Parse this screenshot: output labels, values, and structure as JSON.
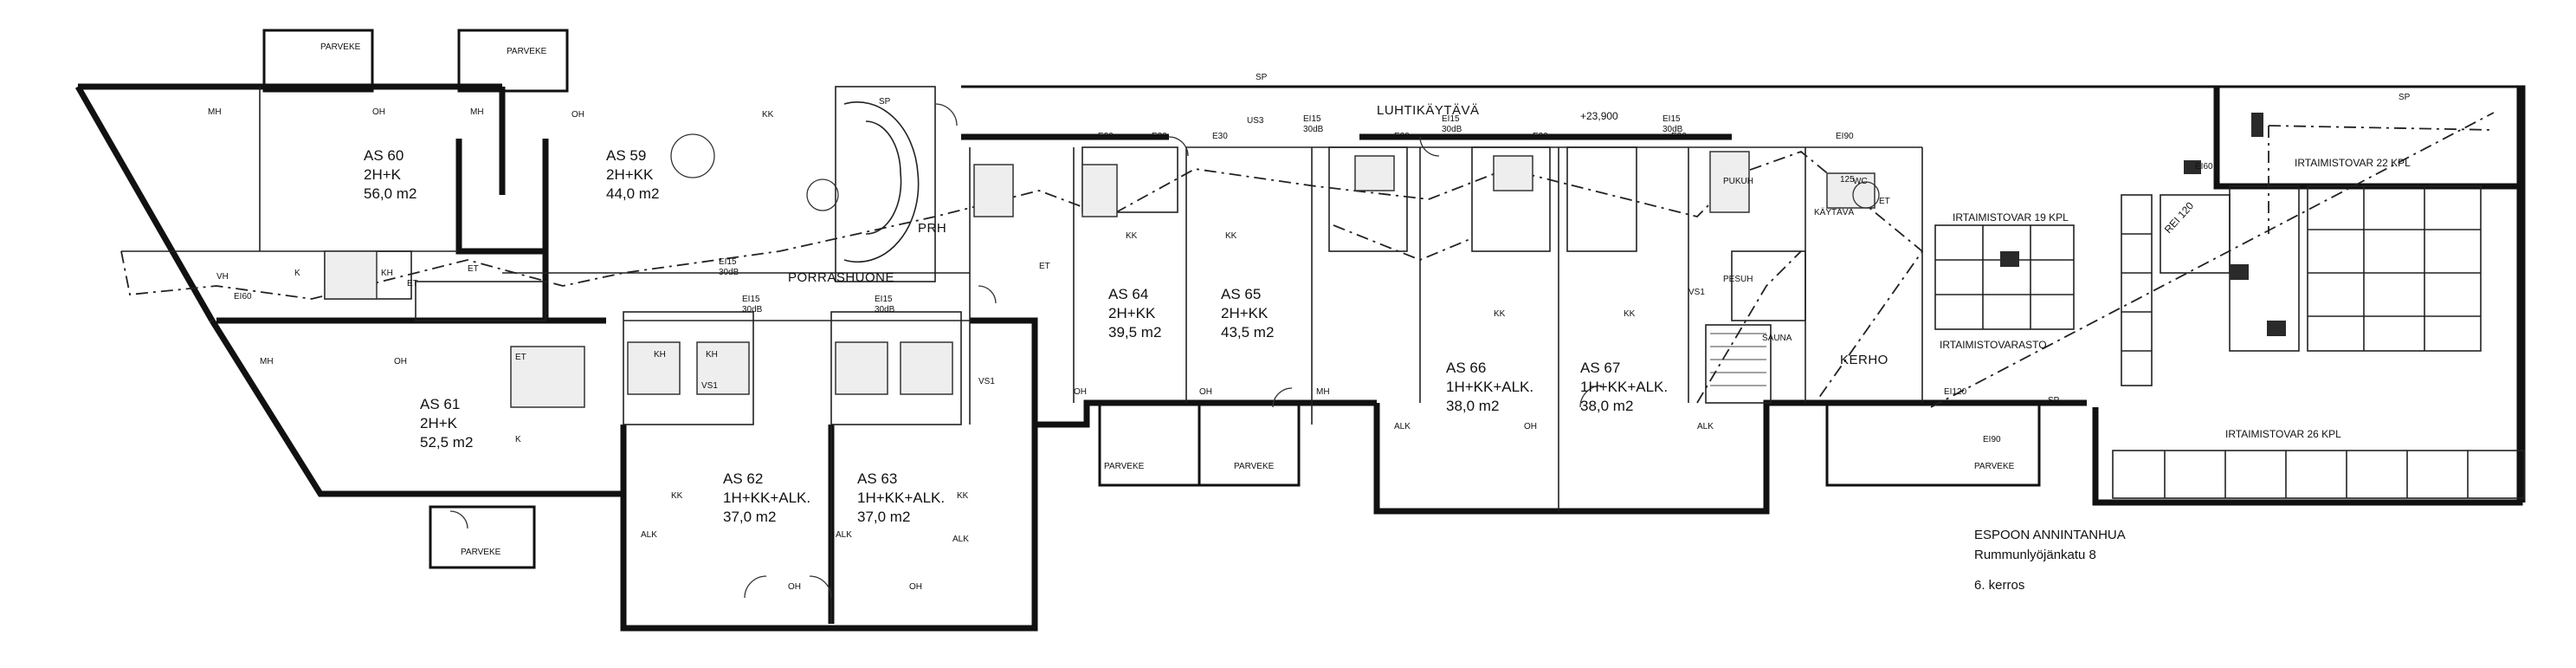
{
  "apartments": {
    "as60": {
      "name": "AS 60",
      "type": "2H+K",
      "area": "56,0 m2"
    },
    "as59": {
      "name": "AS 59",
      "type": "2H+KK",
      "area": "44,0 m2"
    },
    "as61": {
      "name": "AS 61",
      "type": "2H+K",
      "area": "52,5 m2"
    },
    "as62": {
      "name": "AS 62",
      "type": "1H+KK+ALK.",
      "area": "37,0 m2"
    },
    "as63": {
      "name": "AS 63",
      "type": "1H+KK+ALK.",
      "area": "37,0 m2"
    },
    "as64": {
      "name": "AS 64",
      "type": "2H+KK",
      "area": "39,5 m2"
    },
    "as65": {
      "name": "AS 65",
      "type": "2H+KK",
      "area": "43,5 m2"
    },
    "as66": {
      "name": "AS 66",
      "type": "1H+KK+ALK.",
      "area": "38,0 m2"
    },
    "as67": {
      "name": "AS 67",
      "type": "1H+KK+ALK.",
      "area": "38,0 m2"
    }
  },
  "rooms": {
    "porrashuone": "PORRASHUONE",
    "luhtikaytava": "LUHTIKÄYTÄVÄ",
    "prh": "PRH",
    "kerho": "KERHO",
    "sauna": "SAUNA",
    "pesuh": "PESUH",
    "pukuh": "PUKUH",
    "kaytava": "KÄYTÄVÄ",
    "irtaimisto19": "IRTAIMISTOVAR 19 KPL",
    "irtaimisto22": "IRTAIMISTOVAR 22 KPL",
    "irtaimisto26": "IRTAIMISTOVAR 26 KPL",
    "irtaimistovarasto": "IRTAIMISTOVARASTO",
    "parveke": "PARVEKE"
  },
  "marks": {
    "mh": "MH",
    "oh": "OH",
    "k": "K",
    "kk": "KK",
    "kh": "KH",
    "et": "ET",
    "vh": "VH",
    "alk": "ALK",
    "sp": "SP",
    "vs1": "VS1",
    "us3": "US3",
    "wc": "WC",
    "e30": "E30",
    "ei60": "EI60",
    "ei90": "EI90",
    "ei120": "EI120",
    "rei120": "REI 120",
    "ei15": "EI15",
    "db30": "30dB",
    "level": "+23,900",
    "num125": "125"
  },
  "building_info": {
    "name": "ESPOON ANNINTANHUA",
    "street": "Rummunlyöjänkatu 8",
    "floor": "6. kerros"
  }
}
